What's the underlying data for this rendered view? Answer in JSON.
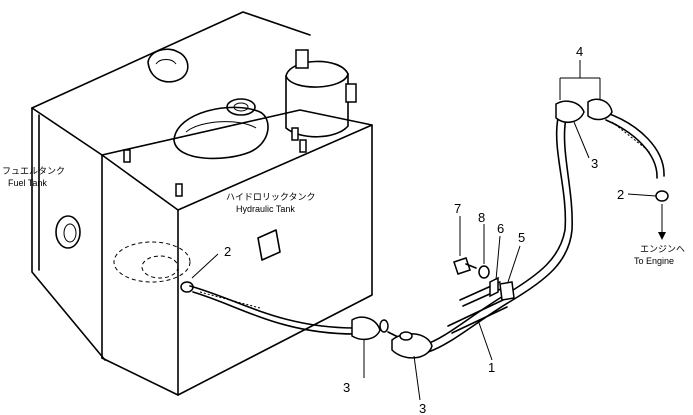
{
  "labels": {
    "fuel_tank_jp": "フュエルタンク",
    "fuel_tank_en": "Fuel Tank",
    "hydraulic_tank_jp": "ハイドロリックタンク",
    "hydraulic_tank_en": "Hydraulic Tank",
    "to_engine_jp": "エンジンへ",
    "to_engine_en": "To Engine"
  },
  "callouts": {
    "c1": "1",
    "c2_tank": "2",
    "c2_engine": "2",
    "c3_left": "3",
    "c3_bottom": "3",
    "c3_right": "3",
    "c4": "4",
    "c5": "5",
    "c6": "6",
    "c7": "7",
    "c8": "8"
  }
}
